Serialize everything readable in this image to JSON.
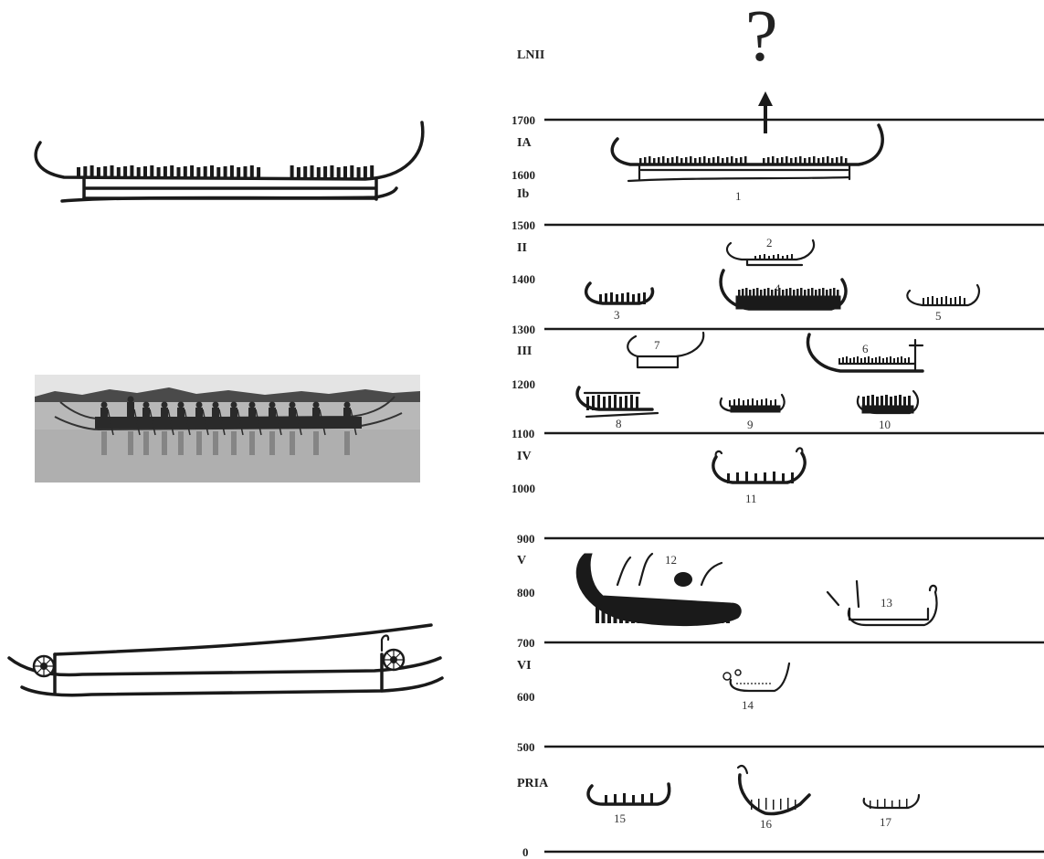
{
  "question_mark": "?",
  "periods": [
    {
      "label": "LNII"
    },
    {
      "label": "IA"
    },
    {
      "label": "Ib"
    },
    {
      "label": "II"
    },
    {
      "label": "III"
    },
    {
      "label": "IV"
    },
    {
      "label": "V"
    },
    {
      "label": "VI"
    },
    {
      "label": "PRIA"
    }
  ],
  "years": [
    {
      "label": "1700"
    },
    {
      "label": "1600"
    },
    {
      "label": "1500"
    },
    {
      "label": "1400"
    },
    {
      "label": "1300"
    },
    {
      "label": "1200"
    },
    {
      "label": "1100"
    },
    {
      "label": "1000"
    },
    {
      "label": "900"
    },
    {
      "label": "800"
    },
    {
      "label": "700"
    },
    {
      "label": "600"
    },
    {
      "label": "500"
    },
    {
      "label": "0"
    }
  ],
  "ship_numbers": [
    "1",
    "2",
    "3",
    "4",
    "5",
    "6",
    "7",
    "8",
    "9",
    "10",
    "11",
    "12",
    "13",
    "14",
    "15",
    "16",
    "17"
  ]
}
